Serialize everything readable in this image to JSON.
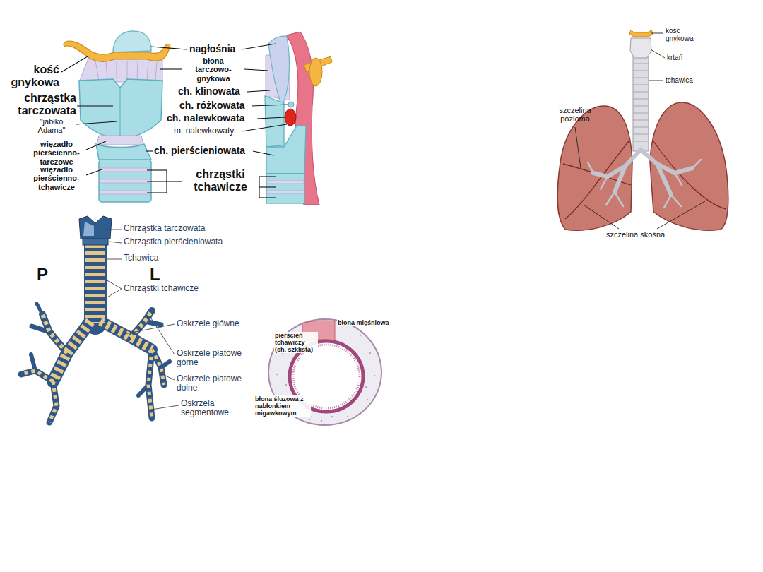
{
  "diagram": {
    "labels": [
      "nagłośnia",
      "kość gnykowa",
      "błona tarczowo- gnykowa",
      "chrząstka tarczowata",
      "\"jabłko Adama\"",
      "ch. klinowata",
      "ch. różkowata",
      "ch. nalewkowata",
      "m. nalewkowaty",
      "więzadło pierścienno- tarczowe",
      "ch. pierścieniowata",
      "więzadło pierścienno- tchawicze",
      "chrząstki tchawicze",
      "kość gnykowa",
      "krtań",
      "tchawica",
      "szczelina pozioma",
      "szczelina skośna",
      "Chrząstka tarczowata",
      "Chrząstka pierścieniowata",
      "Tchawica",
      "P",
      "L",
      "Chrząstki tchawicze",
      "Oskrzele główne",
      "Oskrzele płatowe górne",
      "Oskrzele płatowe dolne",
      "Oskrzela segmentowe",
      "błona mięśniowa",
      "pierścień tchawiczy (ch. szklista)",
      "błona śluzowa z nabłonkiem migawkowym"
    ]
  }
}
